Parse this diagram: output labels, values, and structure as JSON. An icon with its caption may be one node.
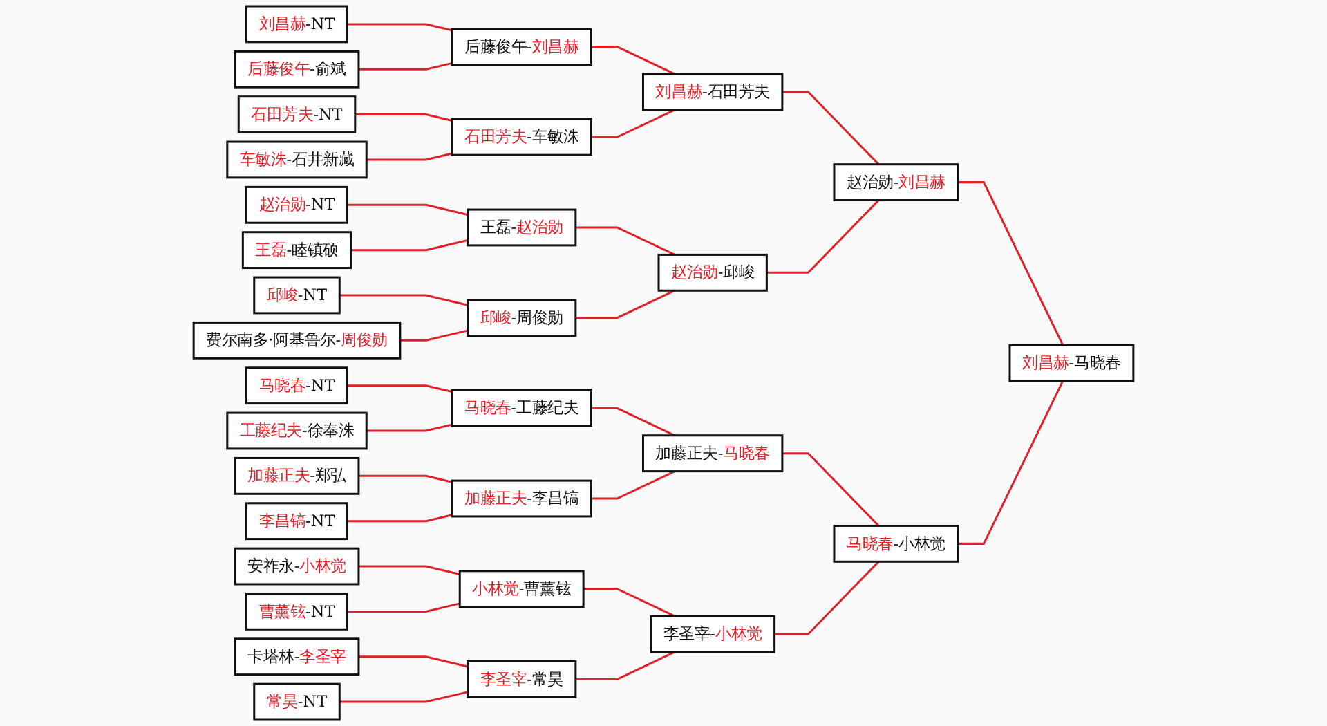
{
  "diagram": {
    "nodes": [
      {
        "text": [
          "刘昌赫-NT"
        ]
      },
      {
        "text": [
          "后藤俊午-俞斌"
        ]
      },
      {
        "text": [
          "石田芳夫-NT"
        ]
      },
      {
        "text": [
          "车敏洙-石井新藏"
        ]
      },
      {
        "text": [
          "赵治勋-NT"
        ]
      },
      {
        "text": [
          "王磊-睦镇硕"
        ]
      },
      {
        "text": [
          "邱峻-NT"
        ]
      },
      {
        "text": [
          "费尔南多·阿基鲁尔-周俊勋"
        ]
      },
      {
        "text": [
          "马晓春-NT"
        ]
      },
      {
        "text": [
          "工藤纪夫-徐奉洙"
        ]
      },
      {
        "text": [
          "加藤正夫-郑弘"
        ]
      },
      {
        "text": [
          "李昌镐-NT"
        ]
      },
      {
        "text": [
          "安祚永-小林觉"
        ]
      },
      {
        "text": [
          "曹薰铉-NT"
        ]
      },
      {
        "text": [
          "卡塔林-李圣宰"
        ]
      },
      {
        "text": [
          "常昊-NT"
        ]
      },
      {
        "text": [
          "后藤俊午-刘昌赫"
        ]
      },
      {
        "text": [
          "石田芳夫-车敏洙"
        ]
      },
      {
        "text": [
          "王磊-赵治勋"
        ]
      },
      {
        "text": [
          "邱峻-周俊勋"
        ]
      },
      {
        "text": [
          "马晓春-工藤纪夫"
        ]
      },
      {
        "text": [
          "加藤正夫-李昌镐"
        ]
      },
      {
        "text": [
          "小林觉-曹薰铉"
        ]
      },
      {
        "text": [
          "李圣宰-常昊"
        ]
      },
      {
        "text": [
          "刘昌赫-石田芳夫"
        ]
      },
      {
        "text": [
          "赵治勋-邱峻"
        ]
      },
      {
        "text": [
          "加藤正夫-马晓春"
        ]
      },
      {
        "text": [
          "李圣宰-小林觉"
        ]
      },
      {
        "text": [
          "赵治勋-刘昌赫"
        ]
      },
      {
        "text": [
          "马晓春-小林觉"
        ]
      },
      {
        "text": [
          "刘昌赫-马晓春"
        ]
      }
    ],
    "edges": [
      {
        "from": 0,
        "to": 16,
        "arrow": "none"
      },
      {
        "from": 1,
        "to": 16,
        "arrow": "none"
      },
      {
        "from": 2,
        "to": 17,
        "arrow": "none"
      },
      {
        "from": 3,
        "to": 17,
        "arrow": "none"
      },
      {
        "from": 4,
        "to": 18,
        "arrow": "none"
      },
      {
        "from": 5,
        "to": 18,
        "arrow": "none"
      },
      {
        "from": 6,
        "to": 19,
        "arrow": "none"
      },
      {
        "from": 7,
        "to": 19,
        "arrow": "none"
      },
      {
        "from": 8,
        "to": 20,
        "arrow": "none"
      },
      {
        "from": 9,
        "to": 20,
        "arrow": "none"
      },
      {
        "from": 10,
        "to": 21,
        "arrow": "none"
      },
      {
        "from": 11,
        "to": 21,
        "arrow": "none"
      },
      {
        "from": 12,
        "to": 22,
        "arrow": "none"
      },
      {
        "from": 13,
        "to": 22,
        "arrow": "none"
      },
      {
        "from": 14,
        "to": 23,
        "arrow": "none"
      },
      {
        "from": 15,
        "to": 23,
        "arrow": "none"
      },
      {
        "from": 16,
        "to": 24,
        "arrow": "none"
      },
      {
        "from": 17,
        "to": 24,
        "arrow": "none"
      },
      {
        "from": 18,
        "to": 25,
        "arrow": "none"
      },
      {
        "from": 19,
        "to": 25,
        "arrow": "none"
      },
      {
        "from": 20,
        "to": 26,
        "arrow": "none"
      },
      {
        "from": 21,
        "to": 26,
        "arrow": "none"
      },
      {
        "from": 22,
        "to": 27,
        "arrow": "none"
      },
      {
        "from": 23,
        "to": 27,
        "arrow": "none"
      },
      {
        "from": 24,
        "to": 28,
        "arrow": "none"
      },
      {
        "from": 25,
        "to": 28,
        "arrow": "none"
      },
      {
        "from": 26,
        "to": 29,
        "arrow": "none"
      },
      {
        "from": 27,
        "to": 29,
        "arrow": "none"
      },
      {
        "from": 28,
        "to": 30,
        "arrow": "none"
      },
      {
        "from": 29,
        "to": 30,
        "arrow": "none"
      }
    ]
  }
}
